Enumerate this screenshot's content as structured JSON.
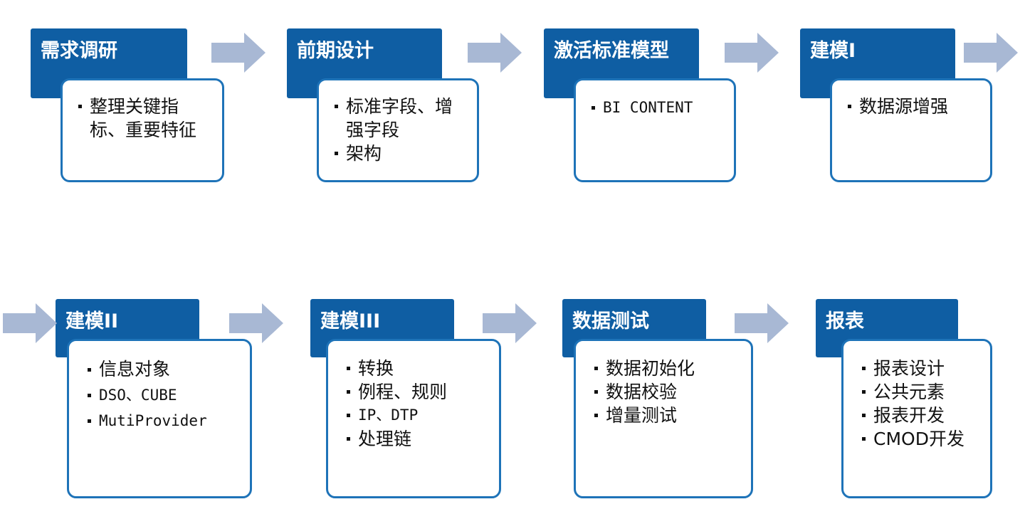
{
  "flow": {
    "arrow_color": "#a8b8d4",
    "header_color": "#0f5ea3",
    "border_color": "#1e73b8",
    "row1": [
      {
        "title": "需求调研",
        "items": [
          "整理关键指标、重要特征"
        ]
      },
      {
        "title": "前期设计",
        "items": [
          "标准字段、增强字段",
          "架构"
        ]
      },
      {
        "title": "激活标准模型",
        "items": [
          "BI CONTENT"
        ]
      },
      {
        "title": "建模I",
        "items": [
          "数据源增强"
        ]
      }
    ],
    "row2": [
      {
        "title": "建模II",
        "items": [
          "信息对象",
          "DSO、CUBE",
          "MutiProvider"
        ]
      },
      {
        "title": "建模III",
        "items": [
          "转换",
          "例程、规则",
          "IP、DTP",
          "处理链"
        ]
      },
      {
        "title": "数据测试",
        "items": [
          "数据初始化",
          "数据校验",
          "增量测试"
        ]
      },
      {
        "title": "报表",
        "items": [
          "报表设计",
          "公共元素",
          "报表开发",
          "CMOD开发"
        ]
      }
    ]
  }
}
